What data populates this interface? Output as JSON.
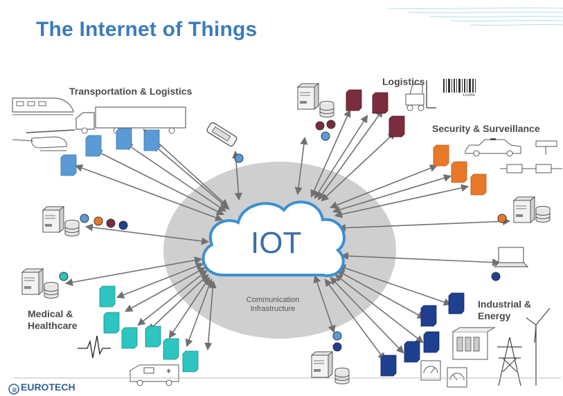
{
  "title": "The Internet of Things",
  "center": {
    "label": "IOT",
    "caption_line1": "Communication",
    "caption_line2": "Infrastructure"
  },
  "categories": {
    "transport": "Transportation & Logistics",
    "logistics": "Logistics",
    "security": "Security & Surveillance",
    "industrial_line1": "Industrial &",
    "industrial_line2": "Energy",
    "medical_line1": "Medical &",
    "medical_line2": "Healthcare"
  },
  "logo": {
    "text": "EUROTECH",
    "icon": "eurotech-logo-icon"
  },
  "barcode_number": "123456",
  "colors": {
    "title": "#3b7bbf",
    "transport_device": "#5b9bd5",
    "logistics_device": "#7b2c3e",
    "security_device": "#e8782a",
    "industrial_device": "#1f3f8f",
    "medical_device": "#2ec4c0",
    "cloud_outline": "#3b8fd1",
    "backdrop": "#cfcfcf"
  },
  "icons": [
    "train-icon",
    "truck-icon",
    "helicopter-icon",
    "server-icon",
    "database-icon",
    "handheld-device-icon",
    "forklift-icon",
    "barcode-icon",
    "police-car-icon",
    "laptop-icon",
    "control-panel-icon",
    "electricity-pylon-icon",
    "wind-turbine-icon",
    "heartbeat-icon",
    "ambulance-icon",
    "gauge-icon"
  ]
}
